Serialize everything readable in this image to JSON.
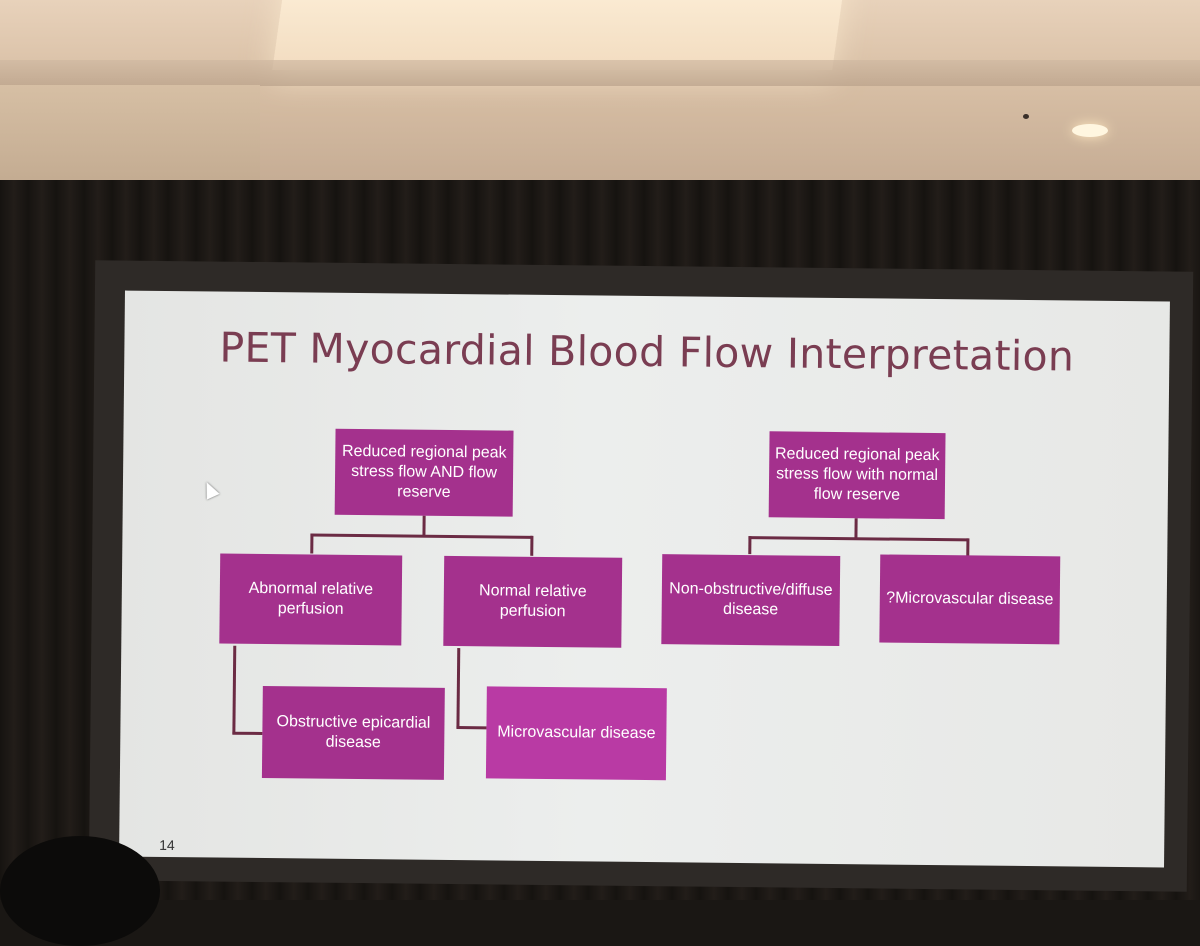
{
  "slide": {
    "title": "PET Myocardial Blood Flow Interpretation",
    "page_number": "14",
    "left_tree": {
      "root": "Reduced regional peak stress flow AND flow reserve",
      "child_left": "Abnormal relative perfusion",
      "child_right": "Normal relative perfusion",
      "leaf_left": "Obstructive epicardial disease",
      "leaf_right": "Microvascular disease"
    },
    "right_tree": {
      "root": "Reduced regional peak stress flow with normal flow reserve",
      "child_left": "Non-obstructive/diffuse disease",
      "child_right": "?Microvascular disease"
    }
  },
  "colors": {
    "title": "#7a3d52",
    "box": "#a4318d",
    "connector": "#6b2b44",
    "slide_background": "#e8e9e7"
  }
}
